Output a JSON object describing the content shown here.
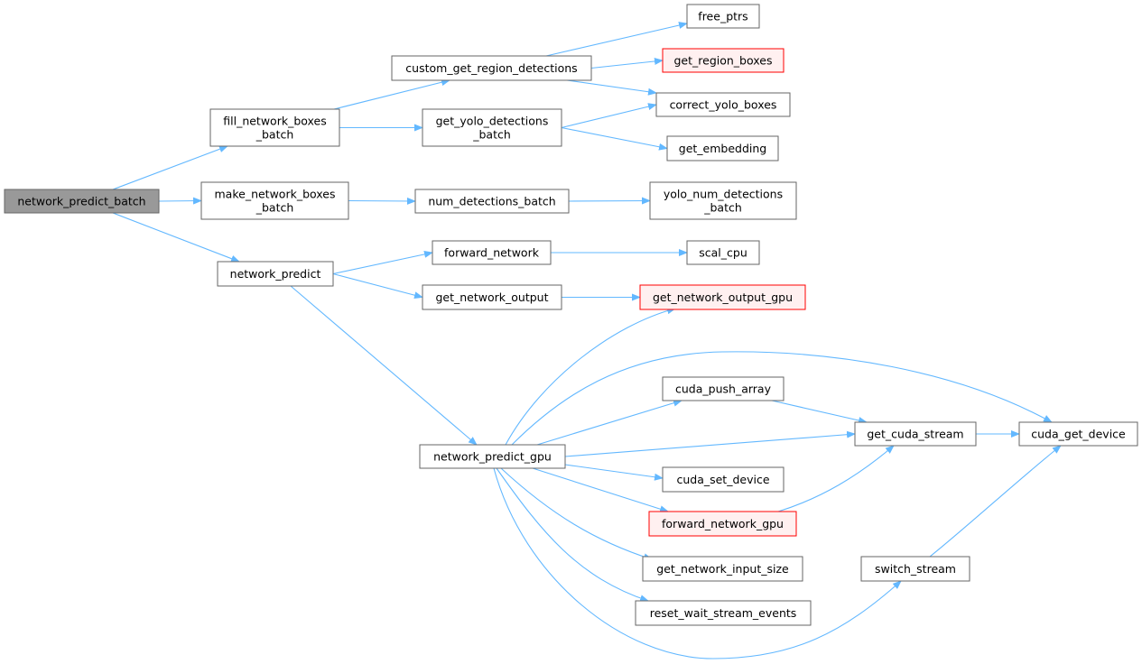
{
  "colors": {
    "edge": "#63b8ff",
    "node_border": "#666666",
    "node_fill": "#ffffff",
    "root_fill": "#999999",
    "external_border": "#ff0000",
    "external_fill": "#fff0f0"
  },
  "nodes": {
    "network_predict_batch": {
      "label": [
        "network_predict_batch"
      ],
      "kind": "root"
    },
    "fill_network_boxes_batch": {
      "label": [
        "fill_network_boxes",
        "_batch"
      ],
      "kind": "normal"
    },
    "make_network_boxes_batch": {
      "label": [
        "make_network_boxes",
        "_batch"
      ],
      "kind": "normal"
    },
    "network_predict": {
      "label": [
        "network_predict"
      ],
      "kind": "normal"
    },
    "custom_get_region_detections": {
      "label": [
        "custom_get_region_detections"
      ],
      "kind": "normal"
    },
    "get_yolo_detections_batch": {
      "label": [
        "get_yolo_detections",
        "_batch"
      ],
      "kind": "normal"
    },
    "num_detections_batch": {
      "label": [
        "num_detections_batch"
      ],
      "kind": "normal"
    },
    "forward_network": {
      "label": [
        "forward_network"
      ],
      "kind": "normal"
    },
    "get_network_output": {
      "label": [
        "get_network_output"
      ],
      "kind": "normal"
    },
    "network_predict_gpu": {
      "label": [
        "network_predict_gpu"
      ],
      "kind": "normal"
    },
    "free_ptrs": {
      "label": [
        "free_ptrs"
      ],
      "kind": "normal"
    },
    "get_region_boxes": {
      "label": [
        "get_region_boxes"
      ],
      "kind": "external"
    },
    "correct_yolo_boxes": {
      "label": [
        "correct_yolo_boxes"
      ],
      "kind": "normal"
    },
    "get_embedding": {
      "label": [
        "get_embedding"
      ],
      "kind": "normal"
    },
    "yolo_num_detections_batch": {
      "label": [
        "yolo_num_detections",
        "_batch"
      ],
      "kind": "normal"
    },
    "scal_cpu": {
      "label": [
        "scal_cpu"
      ],
      "kind": "normal"
    },
    "get_network_output_gpu": {
      "label": [
        "get_network_output_gpu"
      ],
      "kind": "external"
    },
    "cuda_push_array": {
      "label": [
        "cuda_push_array"
      ],
      "kind": "normal"
    },
    "cuda_set_device": {
      "label": [
        "cuda_set_device"
      ],
      "kind": "normal"
    },
    "forward_network_gpu": {
      "label": [
        "forward_network_gpu"
      ],
      "kind": "external"
    },
    "get_network_input_size": {
      "label": [
        "get_network_input_size"
      ],
      "kind": "normal"
    },
    "reset_wait_stream_events": {
      "label": [
        "reset_wait_stream_events"
      ],
      "kind": "normal"
    },
    "get_cuda_stream": {
      "label": [
        "get_cuda_stream"
      ],
      "kind": "normal"
    },
    "switch_stream": {
      "label": [
        "switch_stream"
      ],
      "kind": "normal"
    },
    "cuda_get_device": {
      "label": [
        "cuda_get_device"
      ],
      "kind": "normal"
    }
  },
  "edges": [
    [
      "network_predict_batch",
      "fill_network_boxes_batch"
    ],
    [
      "network_predict_batch",
      "make_network_boxes_batch"
    ],
    [
      "network_predict_batch",
      "network_predict"
    ],
    [
      "fill_network_boxes_batch",
      "custom_get_region_detections"
    ],
    [
      "fill_network_boxes_batch",
      "get_yolo_detections_batch"
    ],
    [
      "custom_get_region_detections",
      "free_ptrs"
    ],
    [
      "custom_get_region_detections",
      "get_region_boxes"
    ],
    [
      "custom_get_region_detections",
      "correct_yolo_boxes"
    ],
    [
      "get_yolo_detections_batch",
      "correct_yolo_boxes"
    ],
    [
      "get_yolo_detections_batch",
      "get_embedding"
    ],
    [
      "make_network_boxes_batch",
      "num_detections_batch"
    ],
    [
      "num_detections_batch",
      "yolo_num_detections_batch"
    ],
    [
      "network_predict",
      "forward_network"
    ],
    [
      "network_predict",
      "get_network_output"
    ],
    [
      "network_predict",
      "network_predict_gpu"
    ],
    [
      "forward_network",
      "scal_cpu"
    ],
    [
      "get_network_output",
      "get_network_output_gpu"
    ],
    [
      "network_predict_gpu",
      "get_network_output_gpu"
    ],
    [
      "network_predict_gpu",
      "cuda_get_device"
    ],
    [
      "network_predict_gpu",
      "cuda_push_array"
    ],
    [
      "network_predict_gpu",
      "get_cuda_stream"
    ],
    [
      "network_predict_gpu",
      "cuda_set_device"
    ],
    [
      "network_predict_gpu",
      "forward_network_gpu"
    ],
    [
      "network_predict_gpu",
      "get_network_input_size"
    ],
    [
      "network_predict_gpu",
      "reset_wait_stream_events"
    ],
    [
      "network_predict_gpu",
      "switch_stream"
    ],
    [
      "cuda_push_array",
      "get_cuda_stream"
    ],
    [
      "forward_network_gpu",
      "get_cuda_stream"
    ],
    [
      "get_cuda_stream",
      "cuda_get_device"
    ],
    [
      "switch_stream",
      "cuda_get_device"
    ]
  ]
}
